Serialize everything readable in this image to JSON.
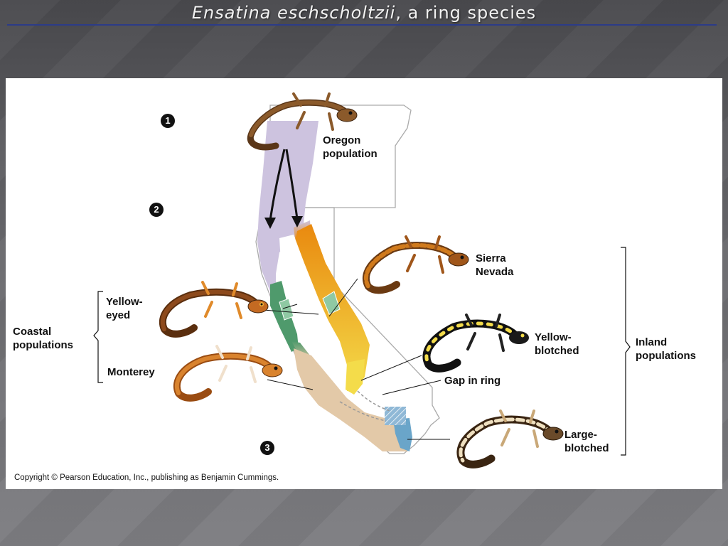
{
  "slide": {
    "title_species": "Ensatina eschscholtzii",
    "title_rest": ", a ring species"
  },
  "figure": {
    "steps": [
      "1",
      "2",
      "3"
    ],
    "labels": {
      "oregon_line1": "Oregon",
      "oregon_line2": "population",
      "sierra_line1": "Sierra",
      "sierra_line2": "Nevada",
      "yellow_eyed_line1": "Yellow-",
      "yellow_eyed_line2": "eyed",
      "monterey": "Monterey",
      "coastal_line1": "Coastal",
      "coastal_line2": "populations",
      "yellow_blotched_line1": "Yellow-",
      "yellow_blotched_line2": "blotched",
      "gap": "Gap in ring",
      "large_blotched_line1": "Large-",
      "large_blotched_line2": "blotched",
      "inland_line1": "Inland",
      "inland_line2": "populations"
    },
    "copyright": "Copyright © Pearson Education, Inc., publishing as Benjamin Cummings.",
    "colors": {
      "oregon_lavender": "#cdc3df",
      "sierra_orange": "#e9890f",
      "coastal_green": "#4f9a6c",
      "monterey_tan": "#e3c9a8",
      "yellow_blotched": "#f4dc4a",
      "large_blotched_blue": "#6aa5c9"
    }
  }
}
